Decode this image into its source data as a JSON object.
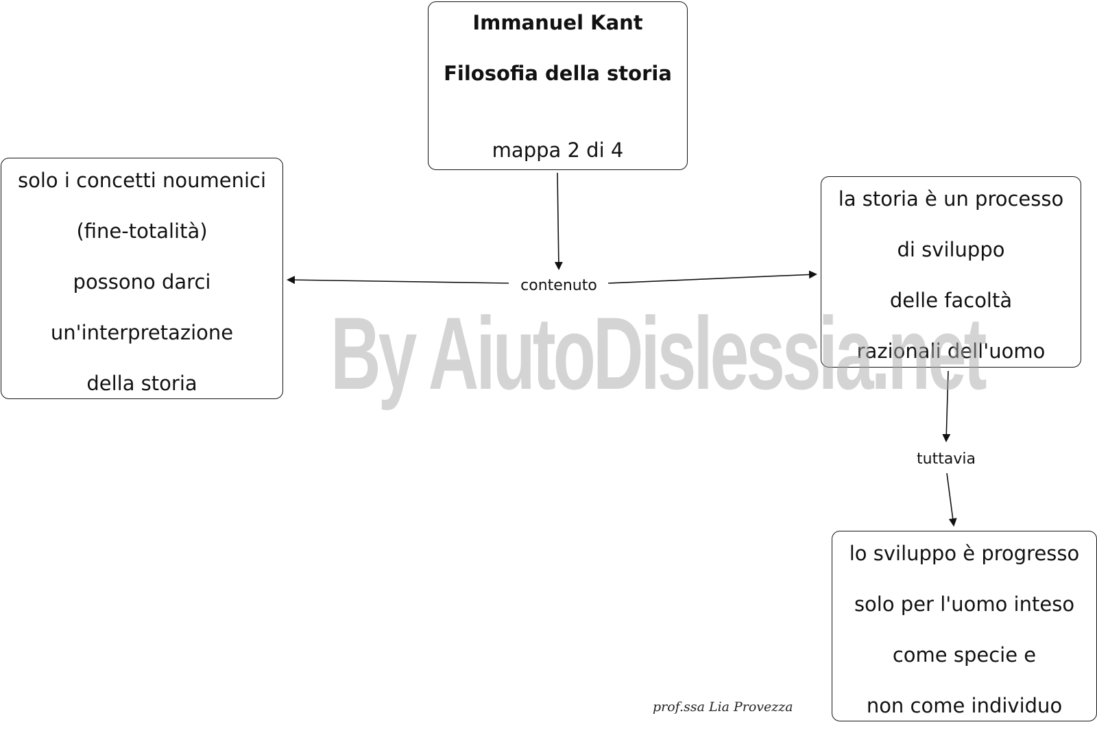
{
  "nodes": {
    "title": {
      "lines": [
        "Immanuel Kant",
        "Filosofia della storia",
        "mappa 2 di 4"
      ]
    },
    "left": {
      "lines": [
        "solo i concetti noumenici",
        "(fine-totalità)",
        "possono darci",
        "un'interpretazione",
        "della storia"
      ]
    },
    "right": {
      "lines": [
        "la storia è un processo",
        "di sviluppo",
        "delle facoltà",
        "razionali dell'uomo"
      ]
    },
    "bottom": {
      "lines": [
        "lo sviluppo è progresso",
        "solo per l'uomo inteso",
        "come specie e",
        "non come individuo"
      ]
    }
  },
  "edges": {
    "contenuto_label": "contenuto",
    "tuttavia_label": "tuttavia"
  },
  "watermark": "By AiutoDislessia.net",
  "signature": "prof.ssa Lia Provezza",
  "colors": {
    "stroke": "#111111",
    "watermark": "#aaaaaa",
    "background": "#ffffff"
  }
}
